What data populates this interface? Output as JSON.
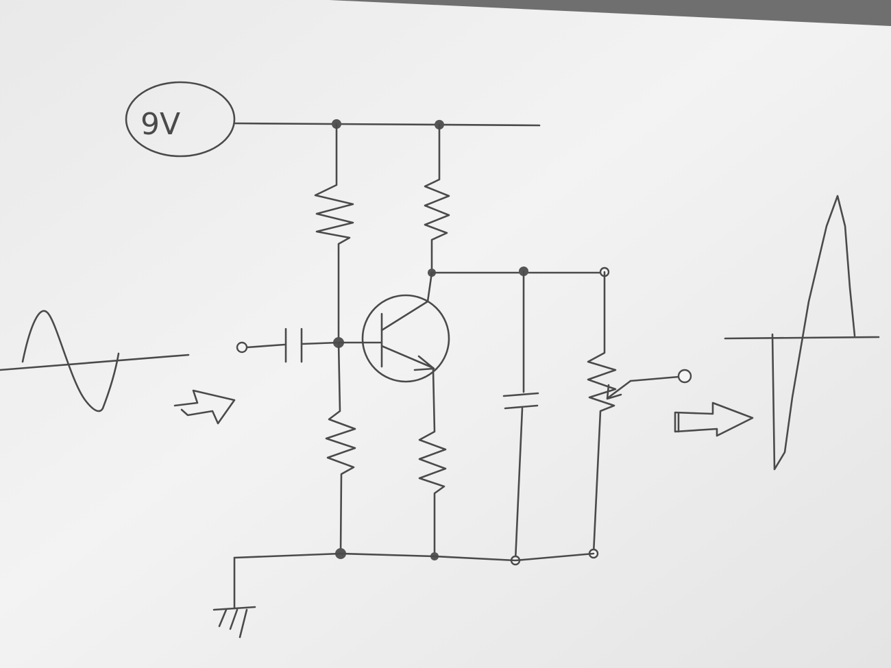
{
  "source": {
    "label": "9V"
  },
  "colors": {
    "paper": "#f2f2f2",
    "paper_shadow": "#dcdcdc",
    "pencil": "#4a4a4a",
    "background": "#6f6f6f"
  },
  "components": [
    "supply-9v",
    "bias-resistor-top",
    "bias-resistor-bottom",
    "collector-resistor",
    "emitter-resistor",
    "npn-transistor",
    "input-capacitor",
    "output-capacitor",
    "potentiometer",
    "ground"
  ],
  "signals": {
    "input": "sine-wave",
    "output": "amplified-distorted-wave"
  },
  "arrows": [
    "input-arrow",
    "output-arrow"
  ]
}
